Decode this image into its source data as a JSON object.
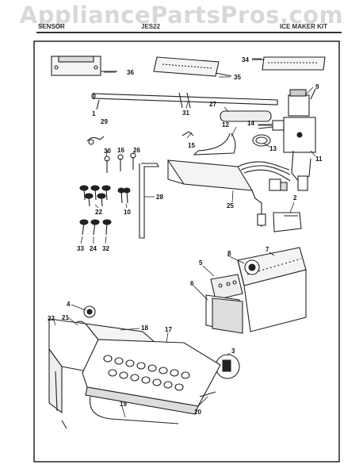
{
  "watermark": "AppliancePartsPros.com",
  "header": {
    "left": "SENSOR",
    "middle": "JES22",
    "right": "ICE MAKER KIT"
  },
  "callouts": [
    "1",
    "2",
    "3",
    "4",
    "5",
    "6",
    "7",
    "8",
    "9",
    "10",
    "11",
    "12",
    "13",
    "14",
    "15",
    "16",
    "17",
    "18",
    "19",
    "20",
    "21",
    "22",
    "23",
    "24",
    "25",
    "26",
    "27",
    "28",
    "29",
    "30",
    "31",
    "32",
    "33",
    "34",
    "35",
    "36"
  ]
}
